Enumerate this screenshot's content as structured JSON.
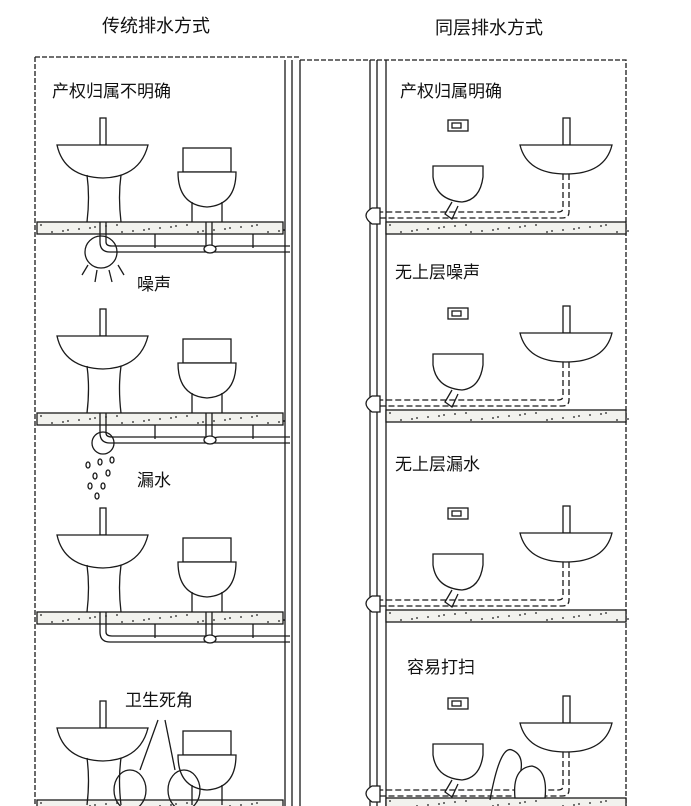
{
  "titles": {
    "left": "传统排水方式",
    "right": "同层排水方式"
  },
  "left_labels": [
    "产权归属不明确",
    "噪声",
    "漏水",
    "卫生死角"
  ],
  "right_labels": [
    "产权归属明确",
    "无上层噪声",
    "无上层漏水",
    "容易打扫"
  ],
  "colors": {
    "line": "#1a1a1a",
    "background": "#ffffff",
    "slab": "#f2f2ee"
  }
}
